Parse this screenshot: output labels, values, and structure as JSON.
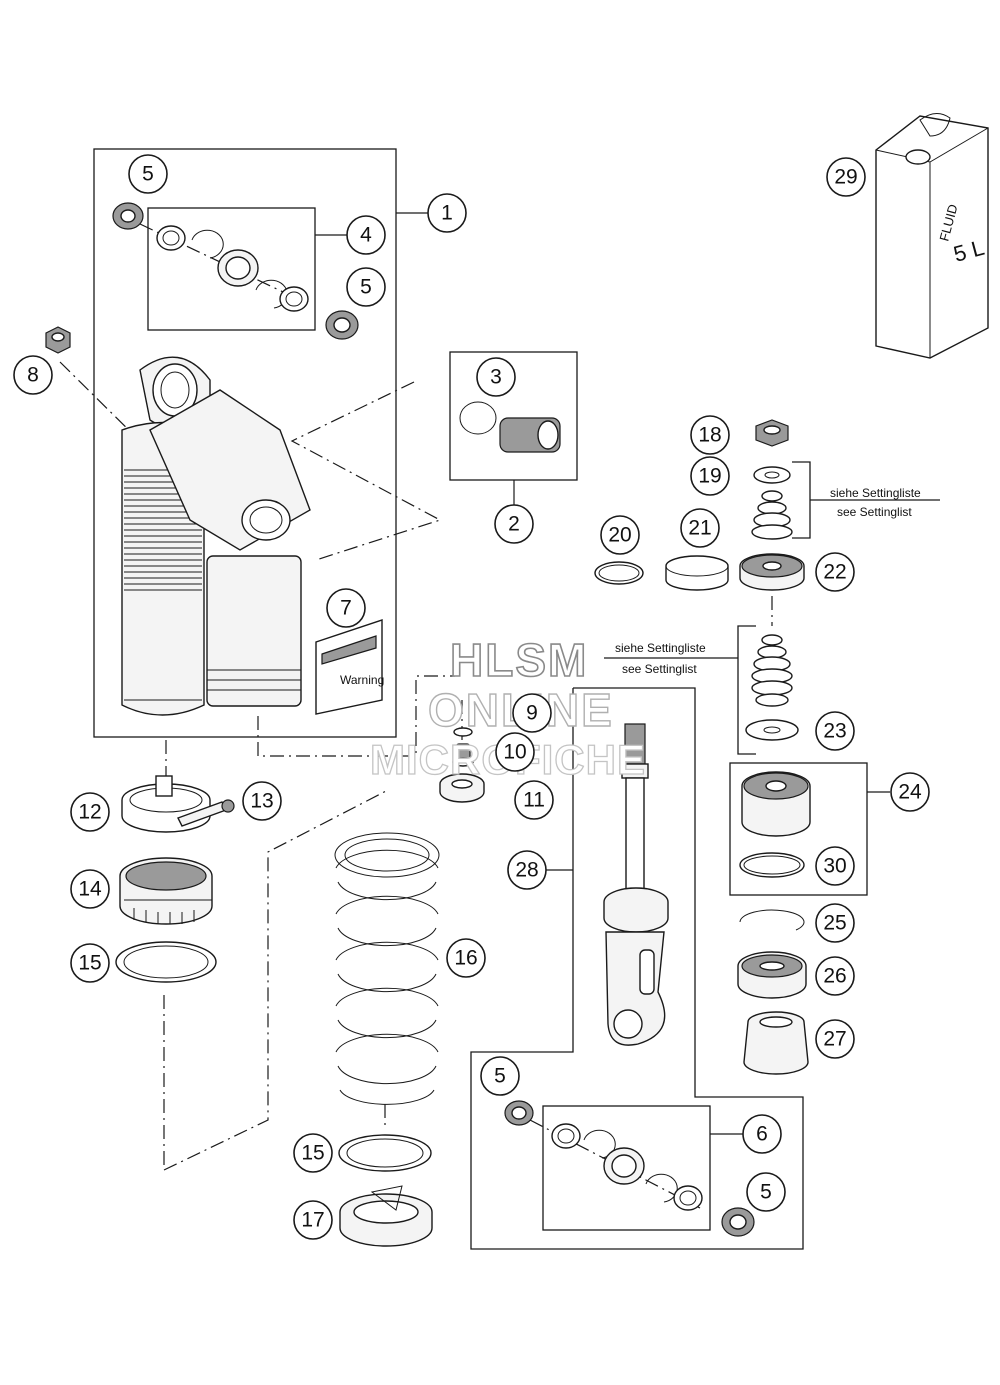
{
  "diagram": {
    "callouts": [
      "1",
      "2",
      "3",
      "4",
      "5",
      "5",
      "5",
      "5",
      "6",
      "7",
      "8",
      "9",
      "10",
      "11",
      "12",
      "13",
      "14",
      "15",
      "15",
      "16",
      "17",
      "18",
      "19",
      "20",
      "21",
      "22",
      "23",
      "24",
      "25",
      "26",
      "27",
      "28",
      "29",
      "30"
    ],
    "notes": {
      "setting_de_1": "siehe Settingliste",
      "setting_en_1": "see Settinglist",
      "setting_de_2": "siehe Settingliste",
      "setting_en_2": "see Settinglist"
    },
    "fluid_can": {
      "label": "FLUID",
      "volume": "5 L"
    },
    "warning_label": "Warning",
    "watermark": [
      "HLSM",
      "ONLINE",
      "MICROFICHE"
    ]
  }
}
